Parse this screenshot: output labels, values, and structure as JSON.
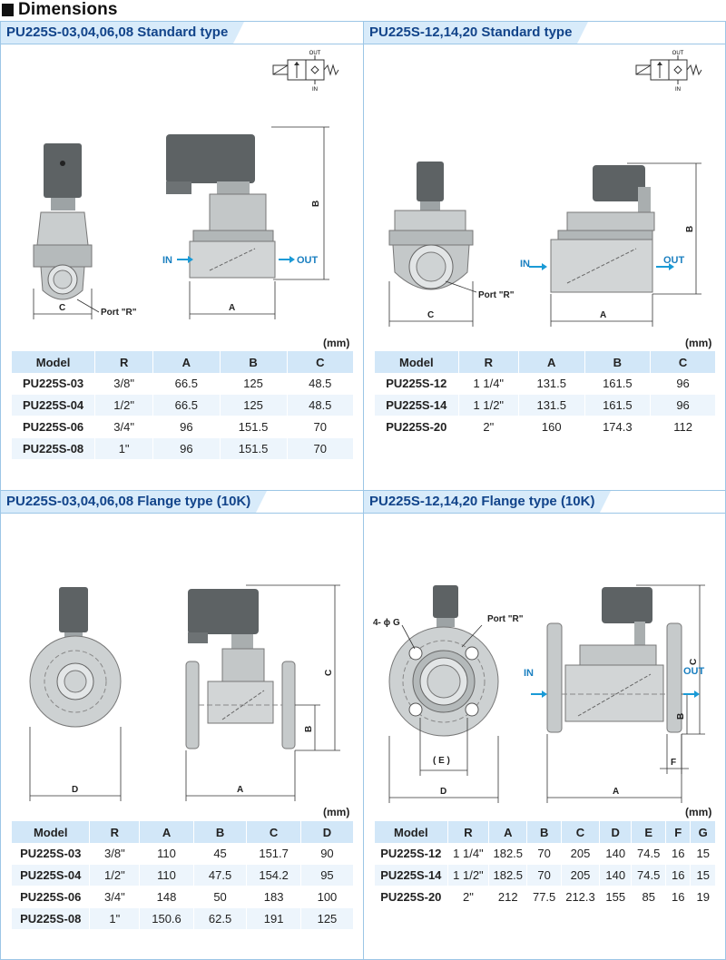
{
  "page_title": "Dimensions",
  "unit_label": "(mm)",
  "symbol_labels": {
    "out": "OUT",
    "in": "IN"
  },
  "panels": {
    "p1": {
      "title": "PU225S-03,04,06,08 Standard type",
      "labels": {
        "in": "IN",
        "out": "OUT",
        "port": "Port \"R\"",
        "a": "A",
        "b": "B",
        "c": "C"
      },
      "columns": [
        "Model",
        "R",
        "A",
        "B",
        "C"
      ],
      "rows": [
        [
          "PU225S-03",
          "3/8\"",
          "66.5",
          "125",
          "48.5"
        ],
        [
          "PU225S-04",
          "1/2\"",
          "66.5",
          "125",
          "48.5"
        ],
        [
          "PU225S-06",
          "3/4\"",
          "96",
          "151.5",
          "70"
        ],
        [
          "PU225S-08",
          "1\"",
          "96",
          "151.5",
          "70"
        ]
      ]
    },
    "p2": {
      "title": "PU225S-12,14,20 Standard type",
      "labels": {
        "in": "IN",
        "out": "OUT",
        "port": "Port \"R\"",
        "a": "A",
        "b": "B",
        "c": "C"
      },
      "columns": [
        "Model",
        "R",
        "A",
        "B",
        "C"
      ],
      "rows": [
        [
          "PU225S-12",
          "1 1/4\"",
          "131.5",
          "161.5",
          "96"
        ],
        [
          "PU225S-14",
          "1 1/2\"",
          "131.5",
          "161.5",
          "96"
        ],
        [
          "PU225S-20",
          "2\"",
          "160",
          "174.3",
          "112"
        ]
      ]
    },
    "p3": {
      "title": "PU225S-03,04,06,08 Flange type (10K)",
      "labels": {
        "a": "A",
        "b": "B",
        "c": "C",
        "d": "D"
      },
      "columns": [
        "Model",
        "R",
        "A",
        "B",
        "C",
        "D"
      ],
      "rows": [
        [
          "PU225S-03",
          "3/8\"",
          "110",
          "45",
          "151.7",
          "90"
        ],
        [
          "PU225S-04",
          "1/2\"",
          "110",
          "47.5",
          "154.2",
          "95"
        ],
        [
          "PU225S-06",
          "3/4\"",
          "148",
          "50",
          "183",
          "100"
        ],
        [
          "PU225S-08",
          "1\"",
          "150.6",
          "62.5",
          "191",
          "125"
        ]
      ]
    },
    "p4": {
      "title": "PU225S-12,14,20 Flange type (10K)",
      "labels": {
        "in": "IN",
        "out": "OUT",
        "port": "Port \"R\"",
        "g": "4- ϕ G",
        "e": "( E )",
        "a": "A",
        "b": "B",
        "c": "C",
        "d": "D",
        "f": "F"
      },
      "columns": [
        "Model",
        "R",
        "A",
        "B",
        "C",
        "D",
        "E",
        "F",
        "G"
      ],
      "rows": [
        [
          "PU225S-12",
          "1 1/4\"",
          "182.5",
          "70",
          "205",
          "140",
          "74.5",
          "16",
          "15"
        ],
        [
          "PU225S-14",
          "1 1/2\"",
          "182.5",
          "70",
          "205",
          "140",
          "74.5",
          "16",
          "15"
        ],
        [
          "PU225S-20",
          "2\"",
          "212",
          "77.5",
          "212.3",
          "155",
          "85",
          "16",
          "19"
        ]
      ]
    }
  }
}
